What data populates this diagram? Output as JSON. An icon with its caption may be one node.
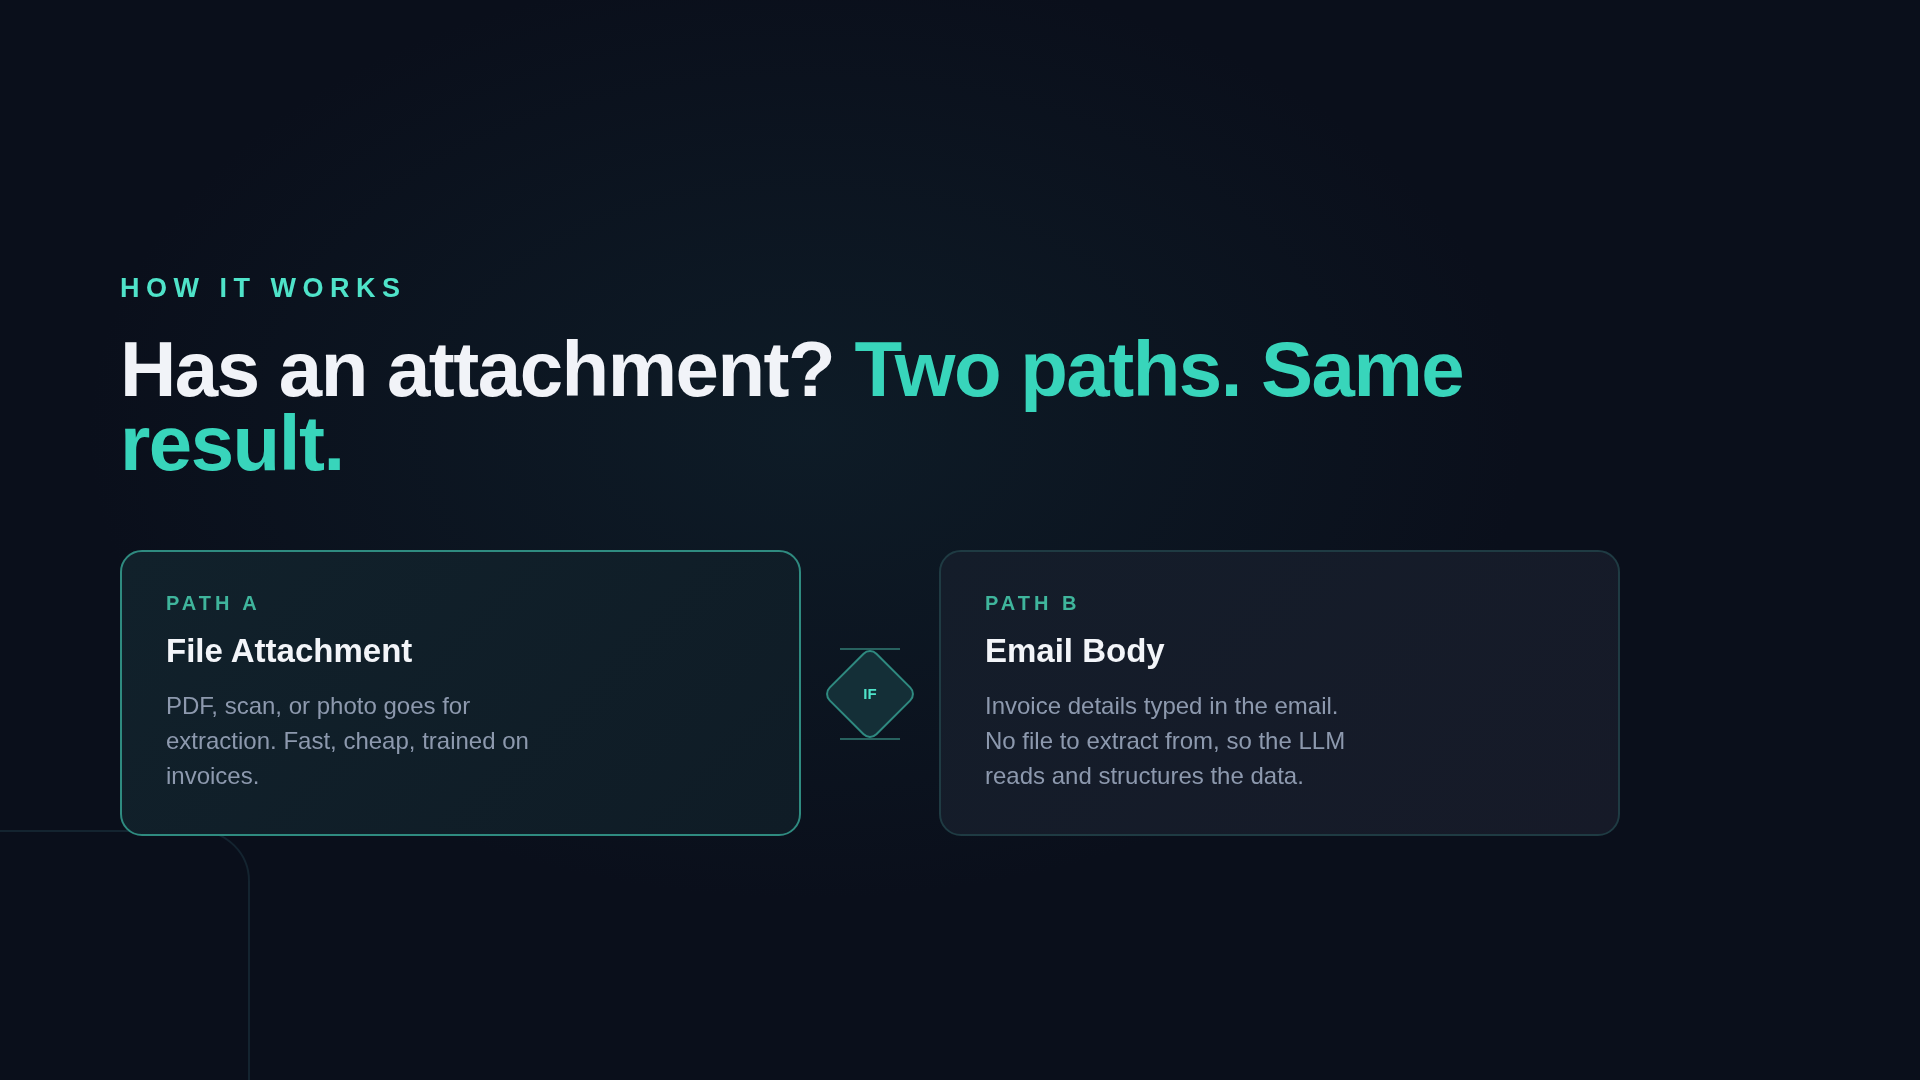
{
  "diagram": {
    "title": "Has an attachment? **Two paths. Same result.**",
    "nodes": [
      {
        "text": [
          "PATH A",
          "File Attachment",
          "PDF, scan, or photo goes for extraction. Fast, cheap, trained on invoices."
        ]
      },
      {
        "text": [
          "IF"
        ]
      },
      {
        "text": [
          "PATH B",
          "Email Body",
          "Invoice details typed in the email. No file to extract from, so the LLM reads and structures the data."
        ]
      }
    ],
    "labels": [
      "HOW IT WORKS"
    ]
  }
}
